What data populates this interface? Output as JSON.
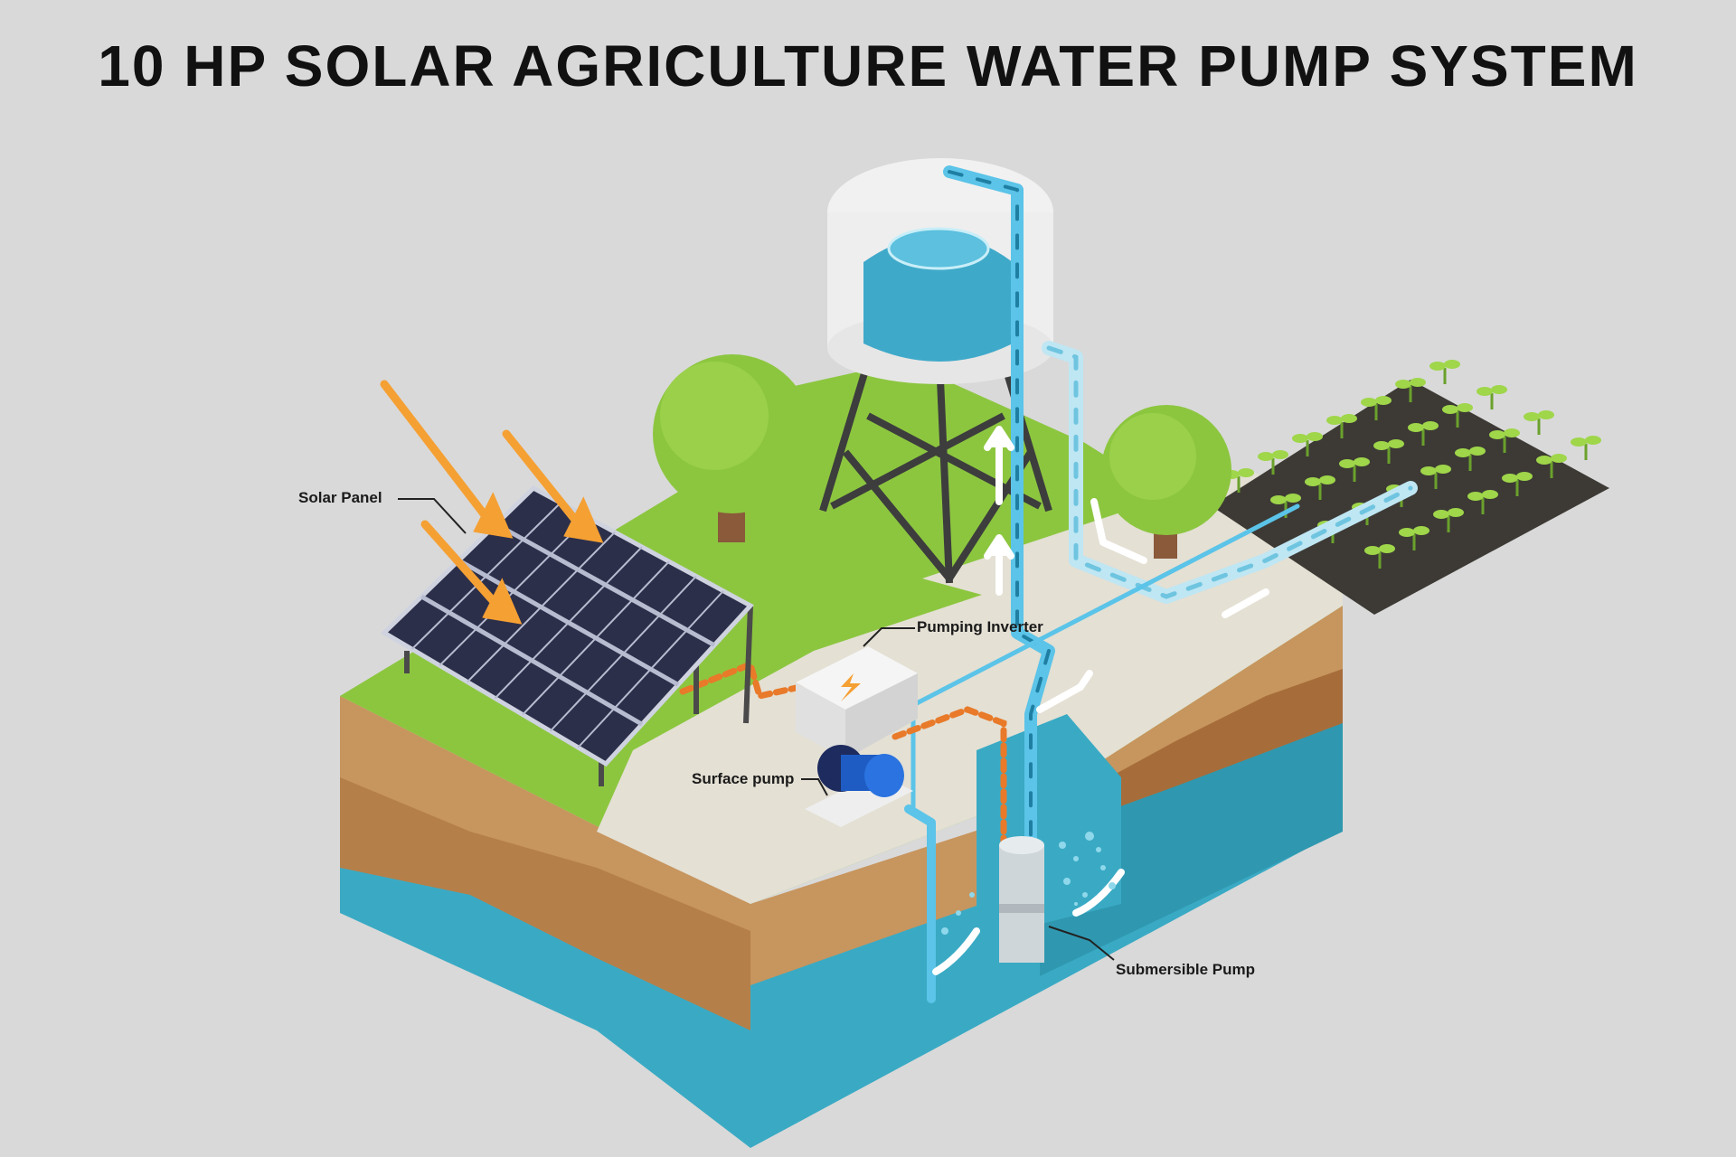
{
  "title": "10 HP SOLAR AGRICULTURE WATER PUMP SYSTEM",
  "labels": {
    "solar_panel": "Solar Panel",
    "pumping_inverter": "Pumping Inverter",
    "surface_pump": "Surface pump",
    "submersible_pump": "Submersible Pump"
  },
  "colors": {
    "background": "#d9d9d9",
    "grass": "#8cc63f",
    "soil": "#c7955e",
    "water": "#3aaac4",
    "pipe": "#5bc4e8",
    "sun_ray": "#f5a033",
    "cable": "#e87a2a",
    "panel": "#2c2f4a"
  }
}
